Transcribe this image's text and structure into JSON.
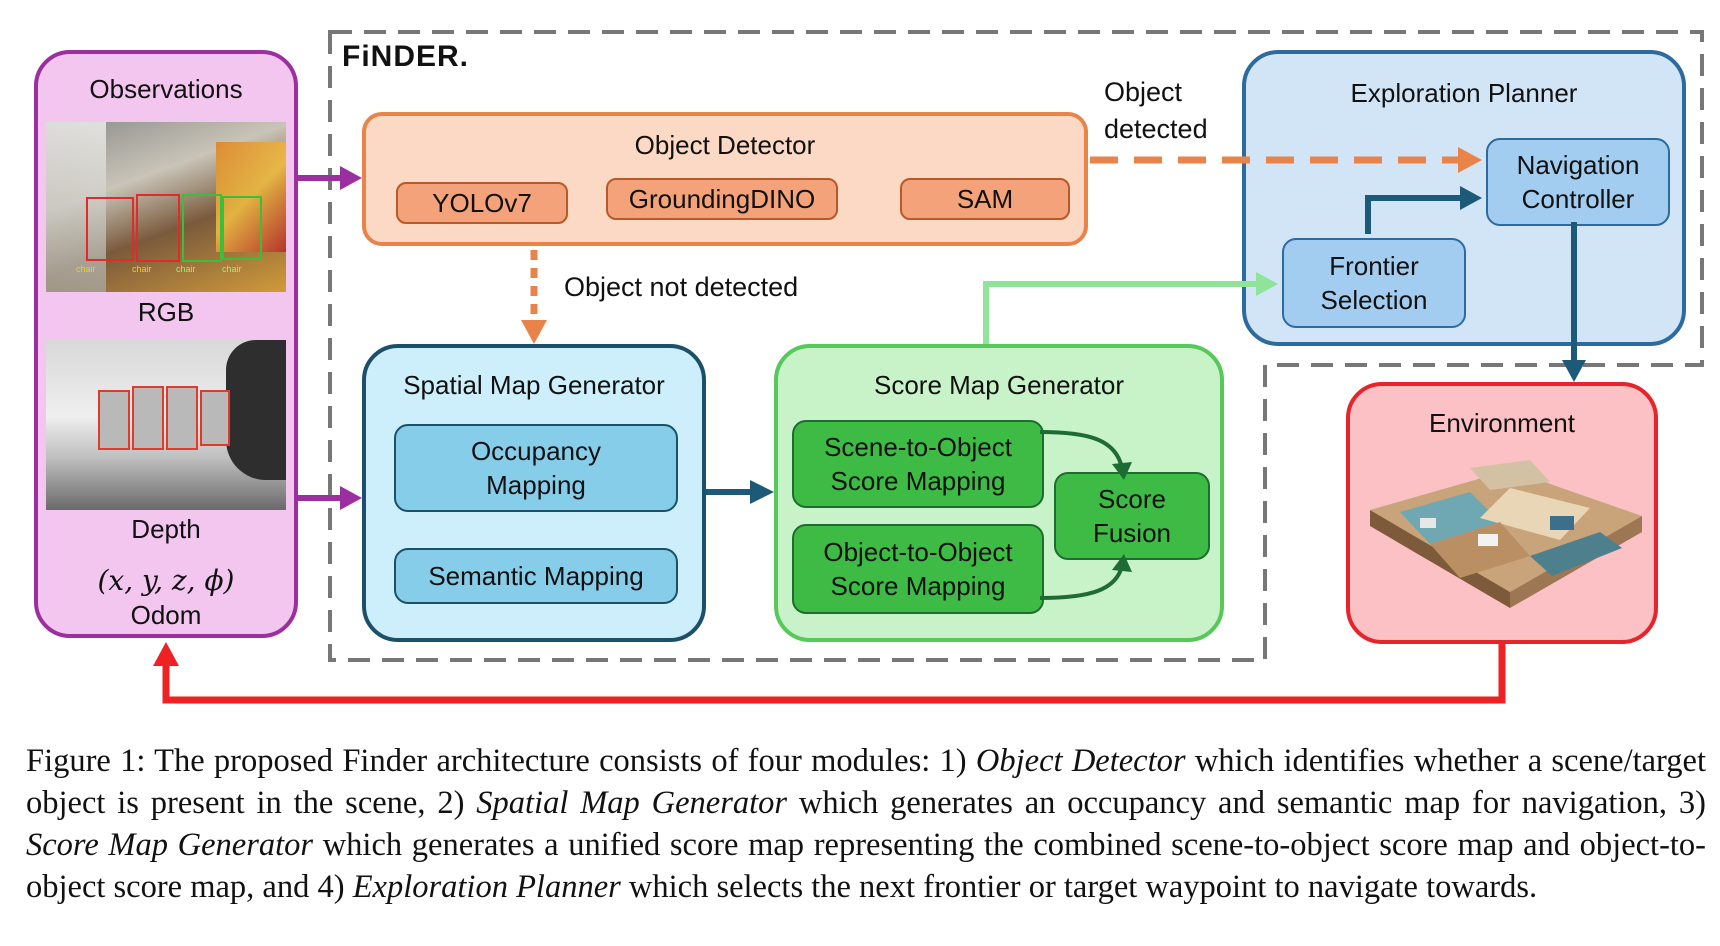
{
  "finder_logo": "FiNDER.",
  "observations": {
    "title": "Observations",
    "rgb_label": "RGB",
    "depth_label": "Depth",
    "odom_formula": "(x, y, z, ϕ)",
    "odom_label": "Odom",
    "rgb_tags": [
      "chair",
      "chair",
      "chair",
      "chair"
    ]
  },
  "object_detector": {
    "title": "Object Detector",
    "modules": [
      "YOLOv7",
      "GroundingDINO",
      "SAM"
    ]
  },
  "spatial_map_generator": {
    "title": "Spatial Map Generator",
    "modules": [
      "Occupancy\nMapping",
      "Semantic Mapping"
    ]
  },
  "score_map_generator": {
    "title": "Score Map Generator",
    "modules": [
      "Scene-to-Object\nScore Mapping",
      "Object-to-Object\nScore Mapping",
      "Score\nFusion"
    ]
  },
  "exploration_planner": {
    "title": "Exploration Planner",
    "modules": [
      "Navigation\nController",
      "Frontier\nSelection"
    ]
  },
  "environment": {
    "title": "Environment"
  },
  "edge_labels": {
    "object_detected": "Object\ndetected",
    "object_not_detected": "Object not detected"
  },
  "colors": {
    "observations": "#f2c6ee",
    "observations_border": "#9b2fa0",
    "object_detector": "#fbd9c4",
    "object_detector_border": "#e8834a",
    "detector_module": "#f3a27a",
    "spatial": "#cceffb",
    "spatial_border": "#1b4f6a",
    "spatial_module": "#86cdea",
    "score": "#c8f2c8",
    "score_border": "#57c85a",
    "score_module": "#3dbb45",
    "planner": "#d2e5f6",
    "planner_border": "#2d6aa0",
    "planner_module": "#a3cdf0",
    "environment": "#fbc1c4",
    "environment_border": "#e6242b",
    "arrow_purple": "#9b2fa0",
    "arrow_orange": "#e8834a",
    "arrow_teal": "#1c5a78",
    "arrow_green": "#8fe49a",
    "arrow_darkgreen": "#1e6b33",
    "arrow_red": "#ee2222"
  },
  "caption": {
    "seg1": "Figure 1: The proposed Finder architecture consists of four modules: 1) ",
    "em1": "Object Detector",
    "seg2": " which identifies whether a scene/target object is present in the scene, 2) ",
    "em2": "Spatial Map Generator",
    "seg3": " which generates an occupancy and semantic map for navigation, 3) ",
    "em3": "Score Map Generator",
    "seg4": " which generates a unified score map representing the combined scene-to-object score map and object-to-object score map, and 4) ",
    "em4": "Exploration Planner",
    "seg5": " which selects the next frontier or target waypoint to navigate towards."
  }
}
